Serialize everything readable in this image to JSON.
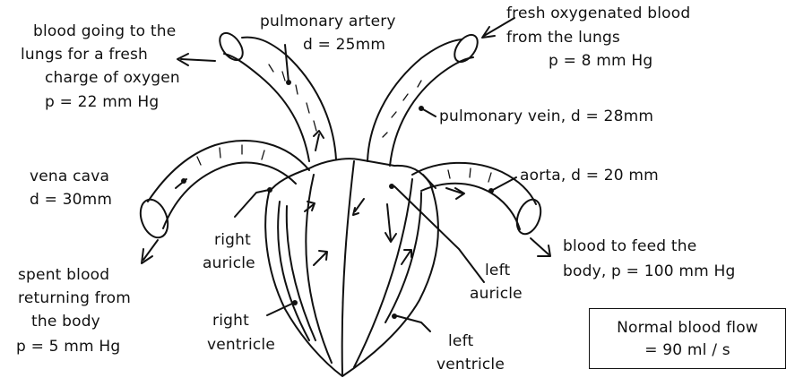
{
  "labels": {
    "to_lungs": [
      "blood going to the",
      "lungs for a fresh",
      "charge of oxygen",
      "p = 22 mm Hg"
    ],
    "pulmonary_artery": [
      "pulmonary artery",
      "d = 25mm"
    ],
    "from_lungs": [
      "fresh oxygenated blood",
      "from the lungs",
      "p = 8 mm Hg"
    ],
    "pulmonary_vein": "pulmonary vein,  d = 28mm",
    "vena_cava": [
      "vena cava",
      "d = 30mm"
    ],
    "aorta": "aorta,  d = 20 mm",
    "right_auricle": [
      "right",
      "auricle"
    ],
    "spent_blood": [
      "spent blood",
      "returning from",
      "the body",
      "p = 5 mm Hg"
    ],
    "to_body": [
      "blood to feed the",
      "body,  p = 100 mm Hg"
    ],
    "left_auricle": [
      "left",
      "auricle"
    ],
    "right_ventricle": [
      "right",
      "ventricle"
    ],
    "left_ventricle": [
      "left",
      "ventricle"
    ],
    "flow_box": [
      "Normal blood flow",
      "= 90 ml / s"
    ]
  },
  "colors": {
    "ink": "#111111",
    "paper": "#ffffff"
  }
}
